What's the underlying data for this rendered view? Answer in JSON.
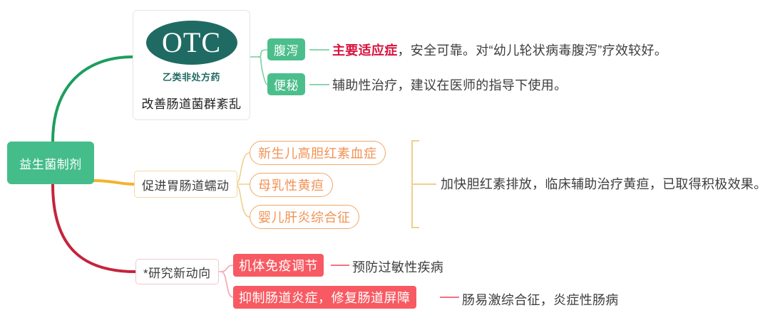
{
  "diagram": {
    "type": "mind-map",
    "root": {
      "label": "益生菌制剂"
    },
    "colors": {
      "green": "#45bd8b",
      "green_chip": "#4cbe8c",
      "orange": "#f0a868",
      "orange_text": "#f09355",
      "red": "#f75a62",
      "red_branch": "#c4243c",
      "amber_branch": "#f2b32e",
      "otc_teal": "#1f6b63",
      "highlight_red": "#d8133f",
      "body_text": "#3d3d3d"
    },
    "branches": [
      {
        "key": "otc",
        "accent": "green",
        "card": {
          "logo_text": "OTC",
          "logo_sub": "乙类非处方药",
          "caption": "改善肠道菌群紊乱"
        },
        "leaves": [
          {
            "chip": "腹泻",
            "desc_highlight": "主要适应症",
            "desc_rest": "，安全可靠。对“幼儿轮状病毒腹泻”疗效较好。"
          },
          {
            "chip": "便秘",
            "desc_highlight": "",
            "desc_rest": "辅助性治疗，建议在医师的指导下使用。"
          }
        ]
      },
      {
        "key": "motility",
        "accent": "orange",
        "label": "促进胃肠道蠕动",
        "pills": [
          {
            "label": "新生儿高胆红素血症"
          },
          {
            "label": "母乳性黄疸"
          },
          {
            "label": "婴儿肝炎综合征"
          }
        ],
        "group_note": "加快胆红素排放，临床辅助治疗黄疸，已取得积极效果。"
      },
      {
        "key": "research",
        "accent": "red",
        "label": "*研究新动向",
        "leaves": [
          {
            "chip": "机体免疫调节",
            "desc": "预防过敏性疾病"
          },
          {
            "chip": "抑制肠道炎症，修复肠道屏障",
            "desc": "肠易激综合征，炎症性肠病"
          }
        ]
      }
    ]
  }
}
